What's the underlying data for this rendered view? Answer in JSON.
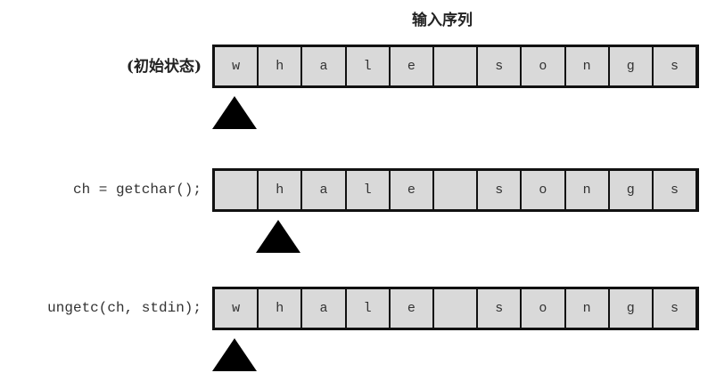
{
  "title": "输入序列",
  "rows": [
    {
      "label": "(初始状态)",
      "cells": [
        "w",
        "h",
        "a",
        "l",
        "e",
        "",
        "s",
        "o",
        "n",
        "g",
        "s"
      ],
      "pointer_index": 0
    },
    {
      "label": "ch = getchar();",
      "cells": [
        "",
        "h",
        "a",
        "l",
        "e",
        "",
        "s",
        "o",
        "n",
        "g",
        "s"
      ],
      "pointer_index": 1
    },
    {
      "label": "ungetc(ch, stdin);",
      "cells": [
        "w",
        "h",
        "a",
        "l",
        "e",
        "",
        "s",
        "o",
        "n",
        "g",
        "s"
      ],
      "pointer_index": 0
    }
  ],
  "colors": {
    "cell_fill": "#d9d9d9",
    "border": "#111111",
    "pointer": "#000000"
  }
}
